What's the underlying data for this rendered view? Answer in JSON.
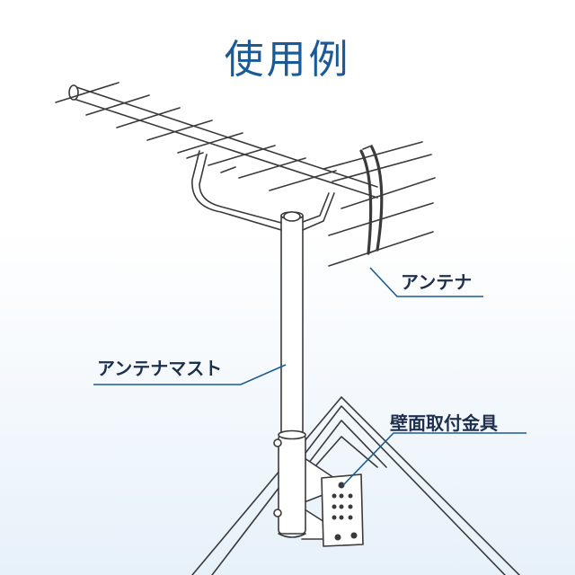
{
  "title": "使用例",
  "labels": {
    "antenna": "アンテナ",
    "mast": "アンテナマスト",
    "bracket": "壁面取付金具"
  },
  "colors": {
    "title": "#1a5a96",
    "label": "#1d2f4d",
    "leader": "#1a5a96",
    "line": "#3a3a3a",
    "fill": "#ffffff"
  }
}
